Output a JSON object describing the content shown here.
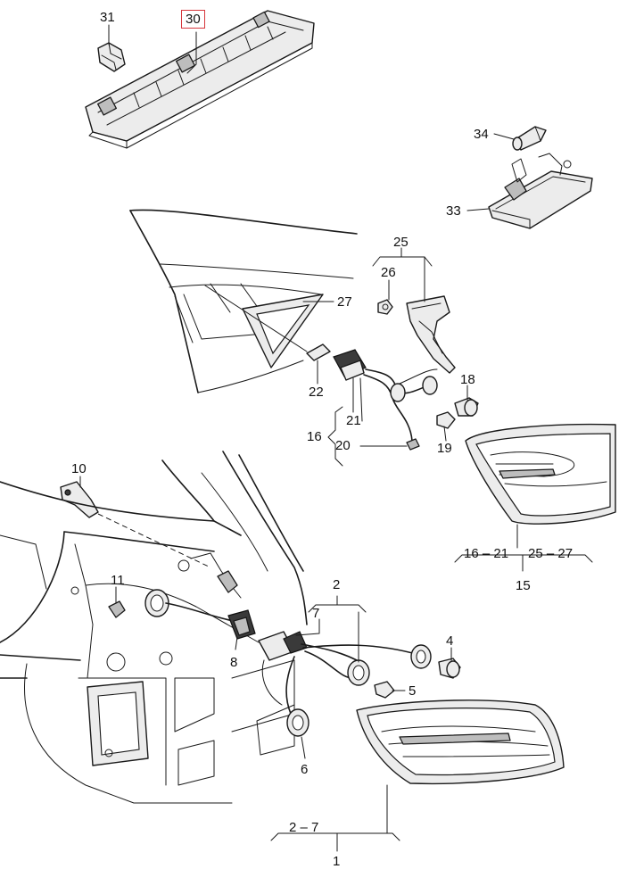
{
  "labels": {
    "l1": "1",
    "l2": "2",
    "l2_7": "2 – 7",
    "l4": "4",
    "l5": "5",
    "l6": "6",
    "l7": "7",
    "l8": "8",
    "l10": "10",
    "l11": "11",
    "l15": "15",
    "l16": "16",
    "l16_21": "16 – 21",
    "l18": "18",
    "l19": "19",
    "l20": "20",
    "l21": "21",
    "l22": "22",
    "l25": "25",
    "l25_27": "25 – 27",
    "l26": "26",
    "l27": "27",
    "l30": "30",
    "l31": "31",
    "l33": "33",
    "l34": "34"
  },
  "highlight_color": "#d6363c"
}
